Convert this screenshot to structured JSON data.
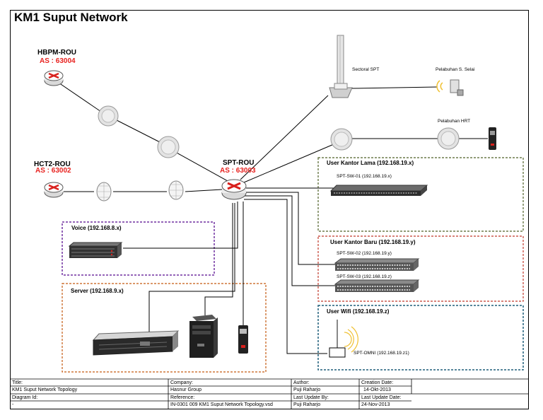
{
  "diagram": {
    "title": "KM1 Suput Network",
    "nodes": {
      "hbpm": {
        "name": "HBPM-ROU",
        "as": "AS : 63004"
      },
      "hct2": {
        "name": "HCT2-ROU",
        "as": "AS : 63002"
      },
      "spt": {
        "name": "SPT-ROU",
        "as": "AS : 63003"
      }
    },
    "labels": {
      "sectoral": "Sectoral SPT",
      "pelabuhan_selat": "Pelabuhan S. Selai",
      "pelabuhan_hrt": "Pelabuhan HRT",
      "sw01": "SPT-SW-01 (192.168.19.x)",
      "sw02": "SPT-SW-02 (192.168.19.y)",
      "sw03": "SPT-SW-03 (192.168.19.z)",
      "omni": "SPT-OMNI (192.168.19.z1)"
    },
    "groups": {
      "kantor_lama": "User Kantor Lama (192.168.19.x)",
      "kantor_baru": "User Kantor Baru (192.168.19.y)",
      "wifi": "User Wifi (192.168.19.z)",
      "voice": "Voice (192.168.8.x)",
      "server": "Server (192.168.9.x)"
    },
    "colors": {
      "router_red": "#d8201c",
      "as_red": "#e8221f",
      "green_box": "#4f6228",
      "red_box": "#c0392b",
      "teal_box": "#1f5f7a",
      "purple_box": "#7030a0",
      "orange_box": "#c55a11"
    }
  },
  "title_block": {
    "title_label": "Title:",
    "title_value": "KM1 Suput Network Topology",
    "diagram_id_label": "Diagram Id:",
    "diagram_id_value": "-",
    "company_label": "Company:",
    "company_value": "Hasnur Group",
    "reference_label": "Reference:",
    "reference_value": "IN-0301 009 KM1 Suput Network Topology.vsd",
    "author_label": "Author:",
    "author_value": "Puji Raharjo",
    "last_update_by_label": "Last Update By:",
    "last_update_by_value": "Puji Raharjo",
    "creation_date_label": "Creation Date:",
    "creation_date_value": "14-Okt-2013",
    "last_update_date_label": "Last Update Date:",
    "last_update_date_value": "24-Nov-2013"
  }
}
